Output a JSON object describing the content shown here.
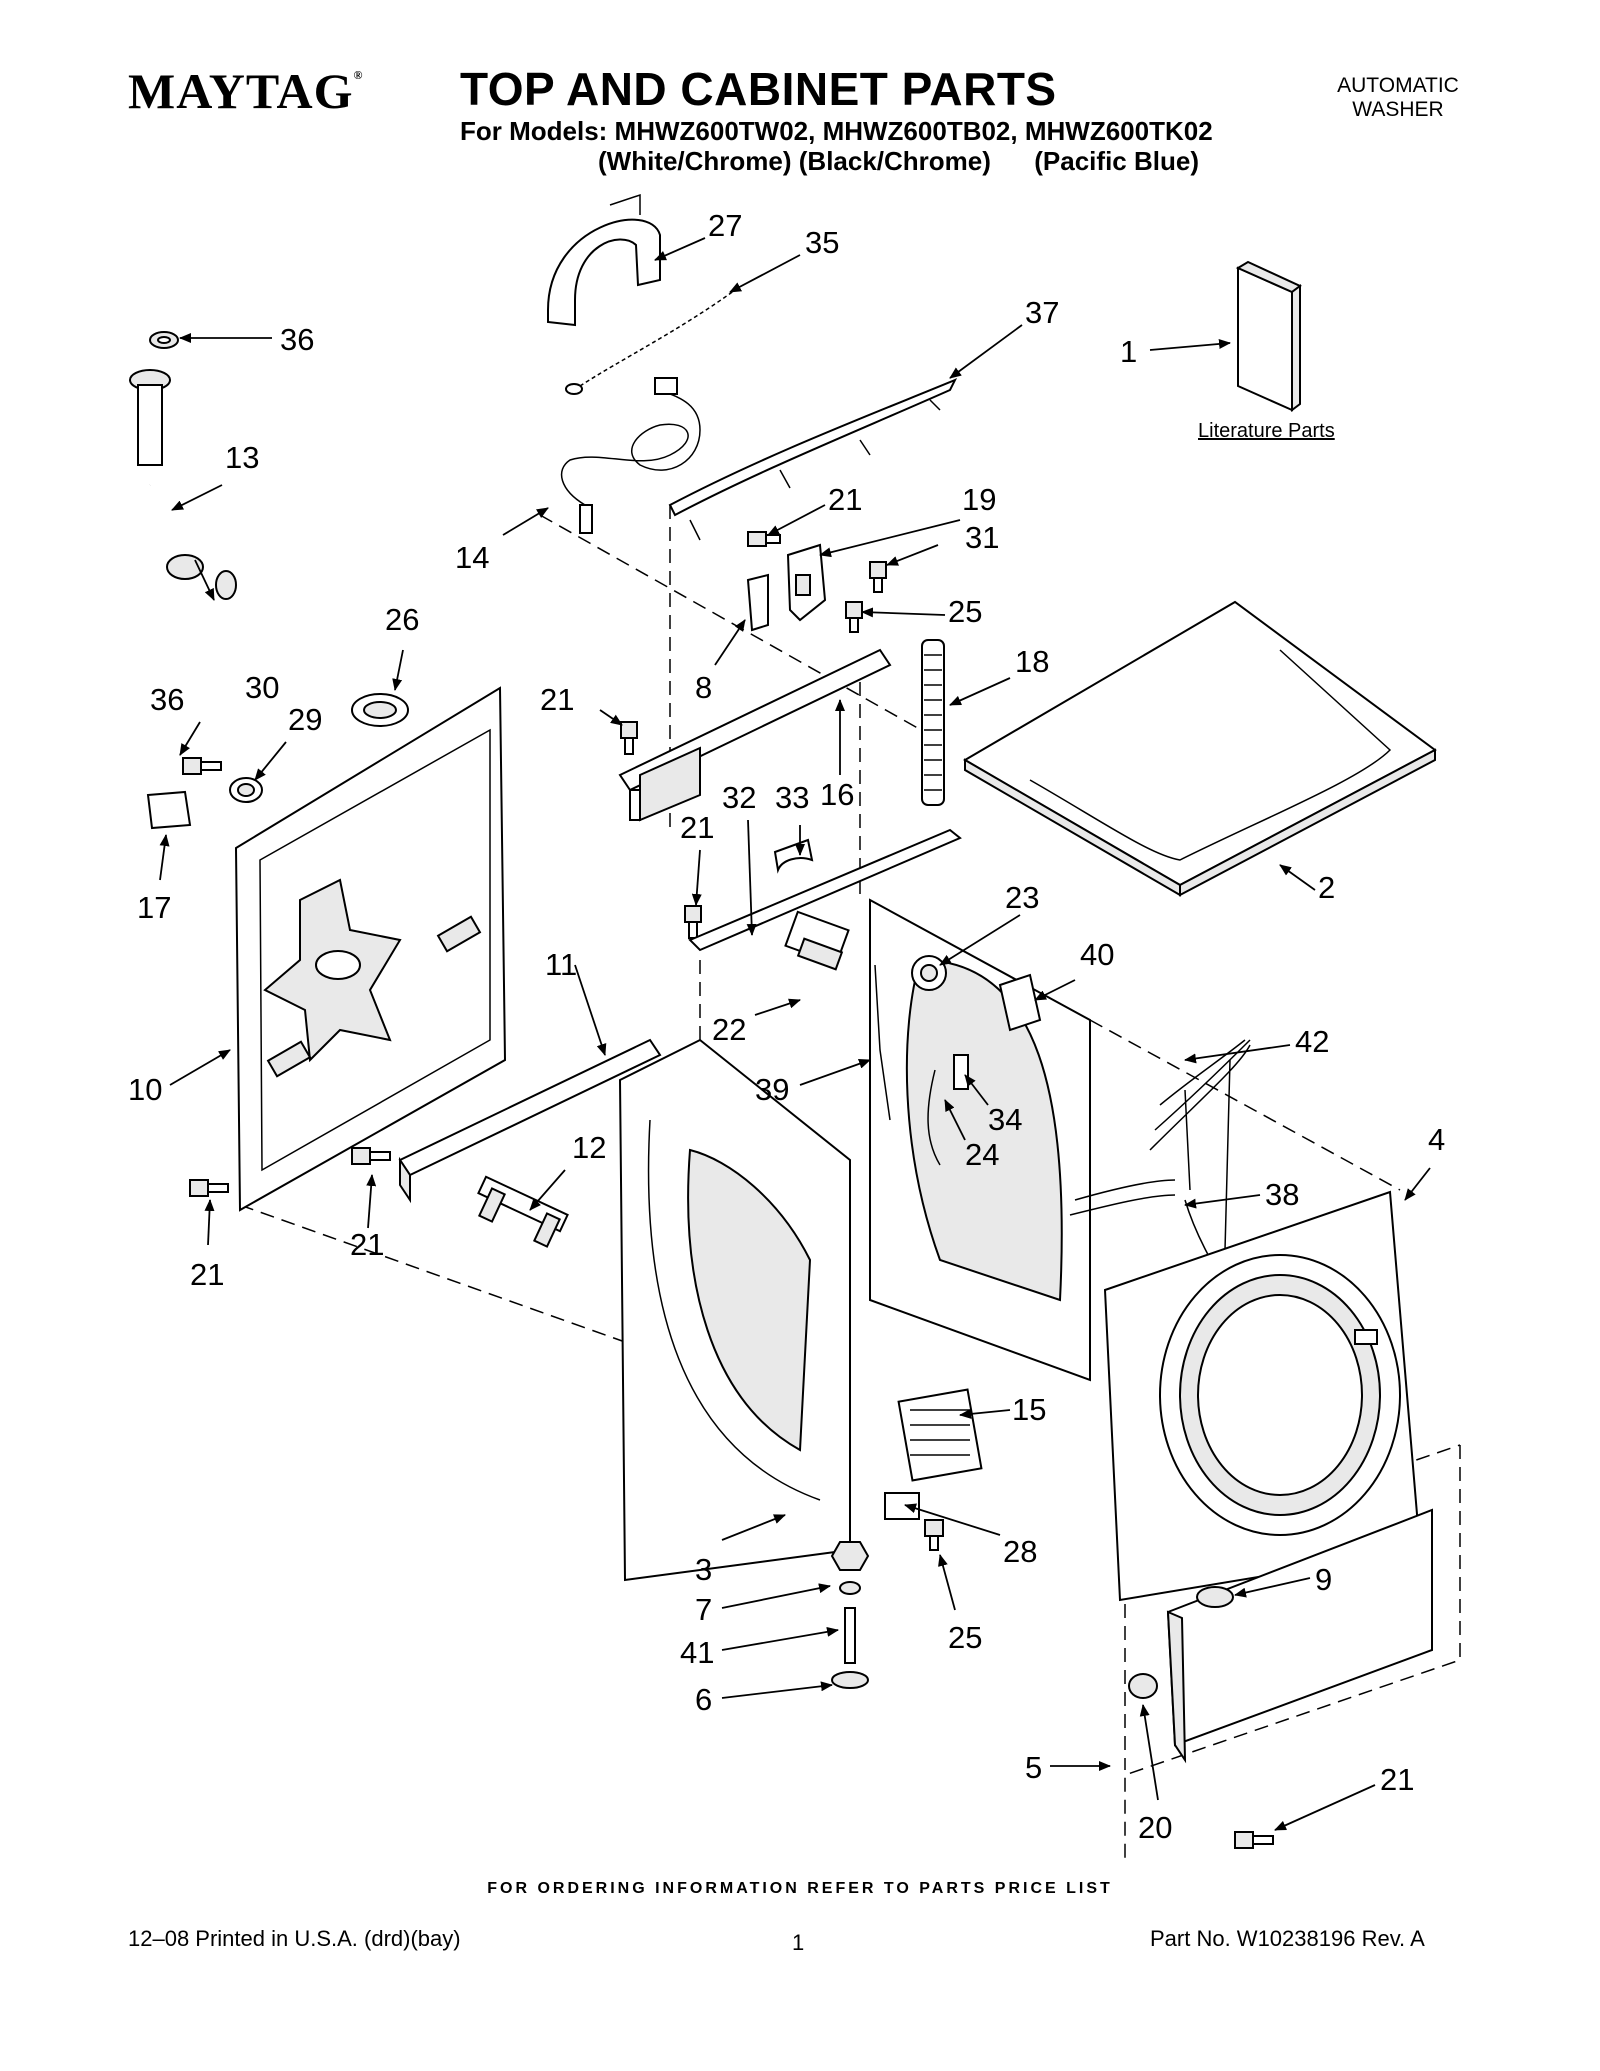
{
  "header": {
    "brand": "MAYTAG",
    "brand_mark": "®",
    "title": "TOP AND CABINET PARTS",
    "models_line": "For Models: MHWZ600TW02, MHWZ600TB02, MHWZ600TK02",
    "variants_line": "(White/Chrome) (Black/Chrome)      (Pacific Blue)",
    "product_line1": "AUTOMATIC",
    "product_line2": "WASHER"
  },
  "literature_label": "Literature Parts",
  "footer": {
    "ordering_note": "FOR ORDERING INFORMATION REFER TO PARTS PRICE LIST",
    "printed": "12–08 Printed in U.S.A. (drd)(bay)",
    "page": "1",
    "part_no": "Part No. W10238196 Rev. A"
  },
  "callouts": [
    "27",
    "35",
    "36",
    "37",
    "1",
    "13",
    "14",
    "21",
    "19",
    "31",
    "25",
    "8",
    "18",
    "26",
    "30",
    "29",
    "36",
    "21",
    "17",
    "16",
    "32",
    "33",
    "21",
    "2",
    "23",
    "40",
    "11",
    "10",
    "22",
    "39",
    "42",
    "34",
    "24",
    "12",
    "4",
    "21",
    "21",
    "38",
    "15",
    "3",
    "28",
    "7",
    "41",
    "25",
    "6",
    "9",
    "5",
    "21",
    "20"
  ]
}
